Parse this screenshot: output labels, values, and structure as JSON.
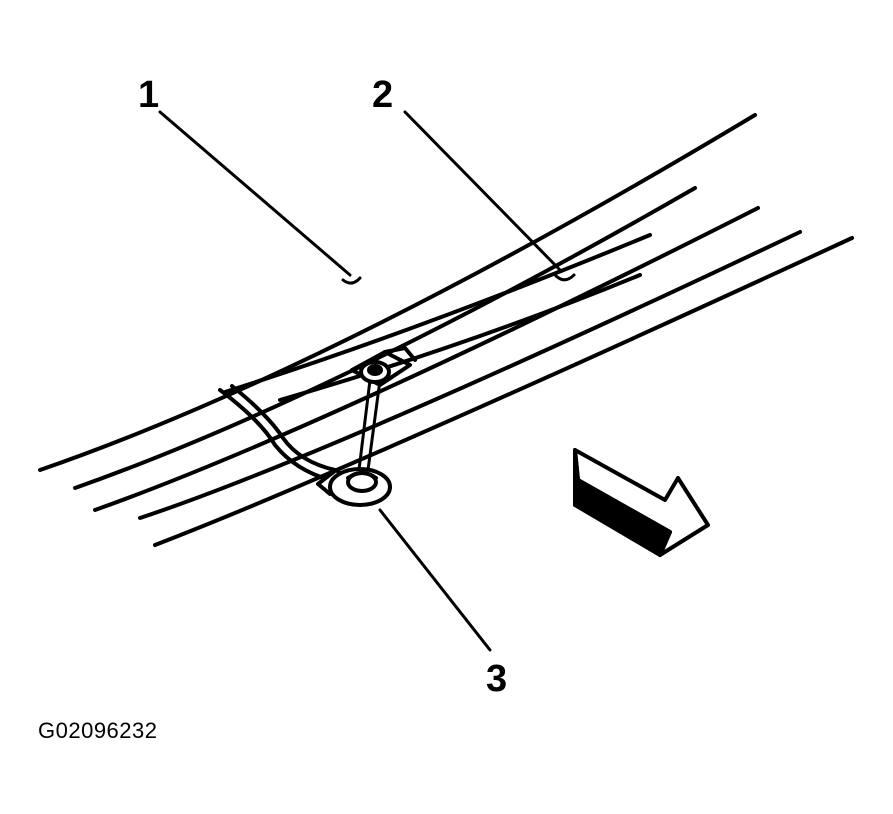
{
  "callouts": {
    "c1": "1",
    "c2": "2",
    "c3": "3"
  },
  "figure_id": "G02096232",
  "colors": {
    "line": "#000000",
    "background": "#ffffff"
  },
  "icons": {
    "direction_arrow": "front-direction-arrow-icon",
    "fastener": "bolt-icon",
    "ground_strap": "ground-strap-icon"
  }
}
